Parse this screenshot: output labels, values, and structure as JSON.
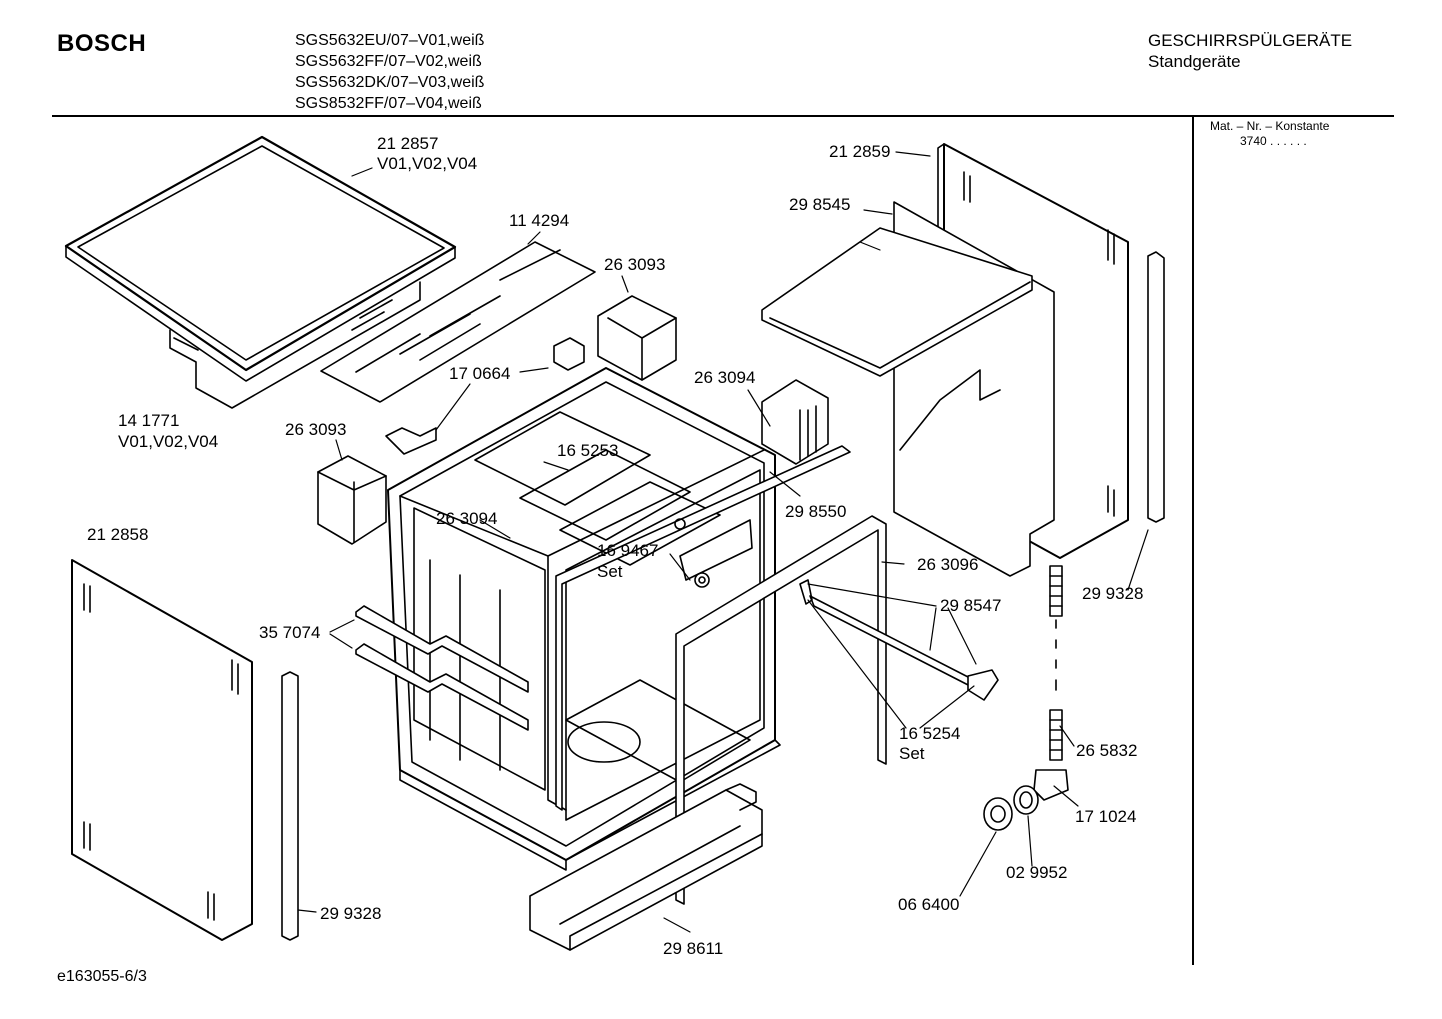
{
  "header": {
    "brand": "BOSCH",
    "models": [
      "SGS5632EU/07–V01,weiß",
      "SGS5632FF/07–V02,weiß",
      "SGS5632DK/07–V03,weiß",
      "SGS8532FF/07–V04,weiß"
    ],
    "category": "GESCHIRRSPÜLGERÄTE",
    "subcategory": "Standgeräte",
    "mat_label": "Mat. – Nr. – Konstante",
    "mat_value": "3740  .   .    .  .  .  ."
  },
  "footer": {
    "code": "e163055-6/3"
  },
  "parts": [
    {
      "id": "p212857a",
      "text": "21 2857"
    },
    {
      "id": "p212857b",
      "text": "V01,V02,V04"
    },
    {
      "id": "p114294",
      "text": "11 4294"
    },
    {
      "id": "p263093a",
      "text": "26 3093"
    },
    {
      "id": "p170664",
      "text": "17 0664"
    },
    {
      "id": "p263094a",
      "text": "26 3094"
    },
    {
      "id": "p141771a",
      "text": "14 1771"
    },
    {
      "id": "p141771b",
      "text": "V01,V02,V04"
    },
    {
      "id": "p263093b",
      "text": "26 3093"
    },
    {
      "id": "p165253",
      "text": "16 5253"
    },
    {
      "id": "p212859",
      "text": "21 2859"
    },
    {
      "id": "p298545",
      "text": "29 8545"
    },
    {
      "id": "p298550",
      "text": "29 8550"
    },
    {
      "id": "p263094b",
      "text": "26 3094"
    },
    {
      "id": "p169467a",
      "text": "16 9467"
    },
    {
      "id": "p169467b",
      "text": "Set"
    },
    {
      "id": "p212858",
      "text": "21 2858"
    },
    {
      "id": "p263096",
      "text": "26 3096"
    },
    {
      "id": "p298547",
      "text": "29 8547"
    },
    {
      "id": "p299328a",
      "text": "29 9328"
    },
    {
      "id": "p357074",
      "text": "35 7074"
    },
    {
      "id": "p165254a",
      "text": "16 5254"
    },
    {
      "id": "p165254b",
      "text": "Set"
    },
    {
      "id": "p265832",
      "text": "26 5832"
    },
    {
      "id": "p171024",
      "text": "17 1024"
    },
    {
      "id": "p029952",
      "text": "02 9952"
    },
    {
      "id": "p066400",
      "text": "06 6400"
    },
    {
      "id": "p299328b",
      "text": "29 9328"
    },
    {
      "id": "p298611",
      "text": "29 8611"
    }
  ]
}
